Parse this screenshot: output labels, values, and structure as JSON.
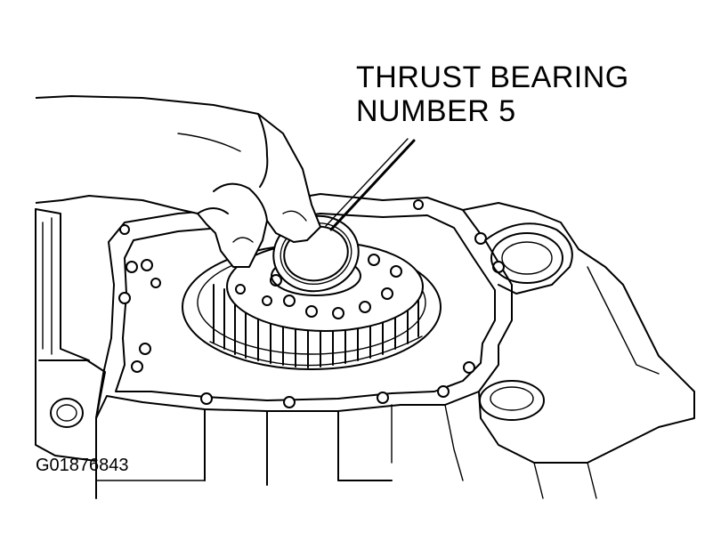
{
  "callout": {
    "line1": "THRUST BEARING",
    "line2": "NUMBER 5"
  },
  "figure_id": "G01876843",
  "colors": {
    "ink": "#000000",
    "background": "#ffffff"
  },
  "icons": [
    "hand-illustration",
    "thrust-bearing-ring",
    "transmission-case",
    "leader-line"
  ]
}
